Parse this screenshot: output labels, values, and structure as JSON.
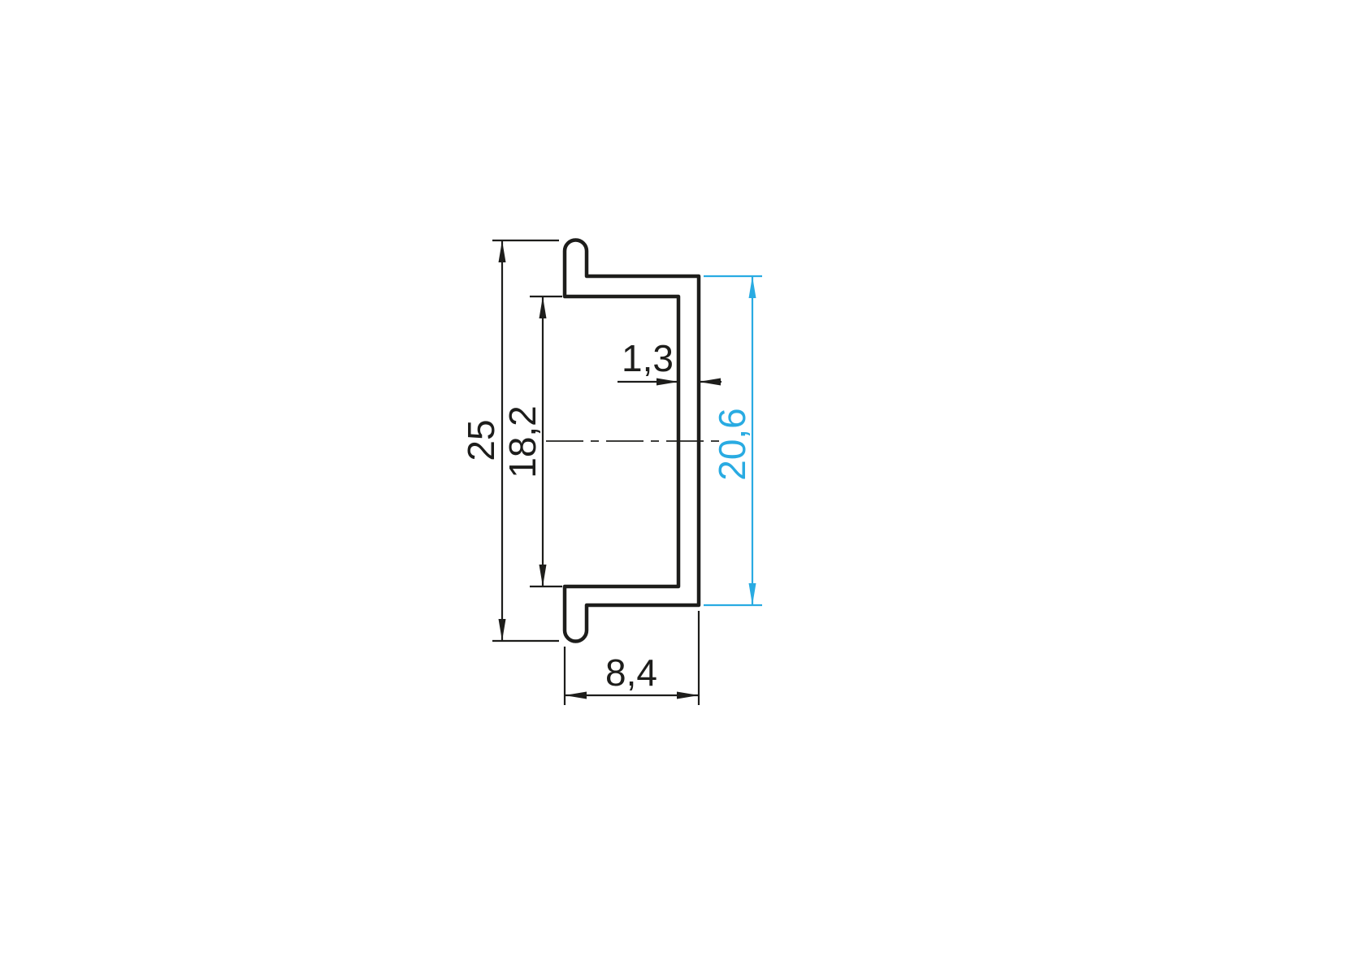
{
  "drawing": {
    "background": "#ffffff",
    "line_color": "#1d1d1b",
    "accent_color": "#29abe2",
    "dimensions": {
      "overall_height": {
        "label": "25"
      },
      "inner_height": {
        "label": "18,2"
      },
      "outer_height": {
        "label": "20,6"
      },
      "wall_thickness": {
        "label": "1,3"
      },
      "base_width": {
        "label": "8,4"
      }
    }
  }
}
